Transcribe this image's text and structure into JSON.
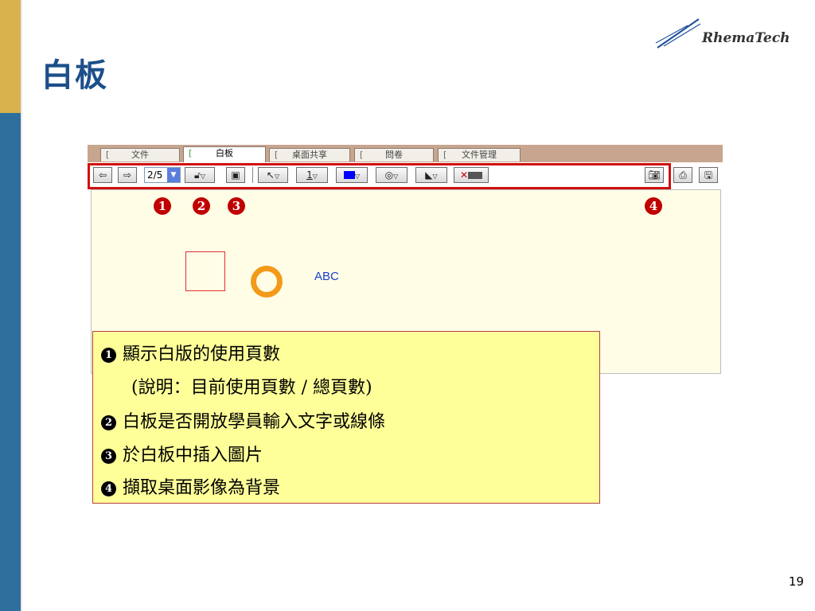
{
  "slide": {
    "title": "白板",
    "page_number": "19",
    "logo_text": "RhemaTech"
  },
  "app": {
    "tabs": [
      {
        "label": "文件"
      },
      {
        "label": "白板"
      },
      {
        "label": "桌面共享"
      },
      {
        "label": "問卷"
      },
      {
        "label": "文件管理"
      }
    ],
    "page_select": "2/5",
    "canvas": {
      "text": "ABC"
    },
    "markers": [
      "1",
      "2",
      "3",
      "4"
    ]
  },
  "info": {
    "lines": [
      {
        "bullet": "1",
        "text": "顯示白版的使用頁數"
      },
      {
        "bullet": "",
        "text": "(說明：目前使用頁數 / 總頁數)"
      },
      {
        "bullet": "2",
        "text": "白板是否開放學員輸入文字或線條"
      },
      {
        "bullet": "3",
        "text": "於白板中插入圖片"
      },
      {
        "bullet": "4",
        "text": "擷取桌面影像為背景"
      }
    ]
  }
}
